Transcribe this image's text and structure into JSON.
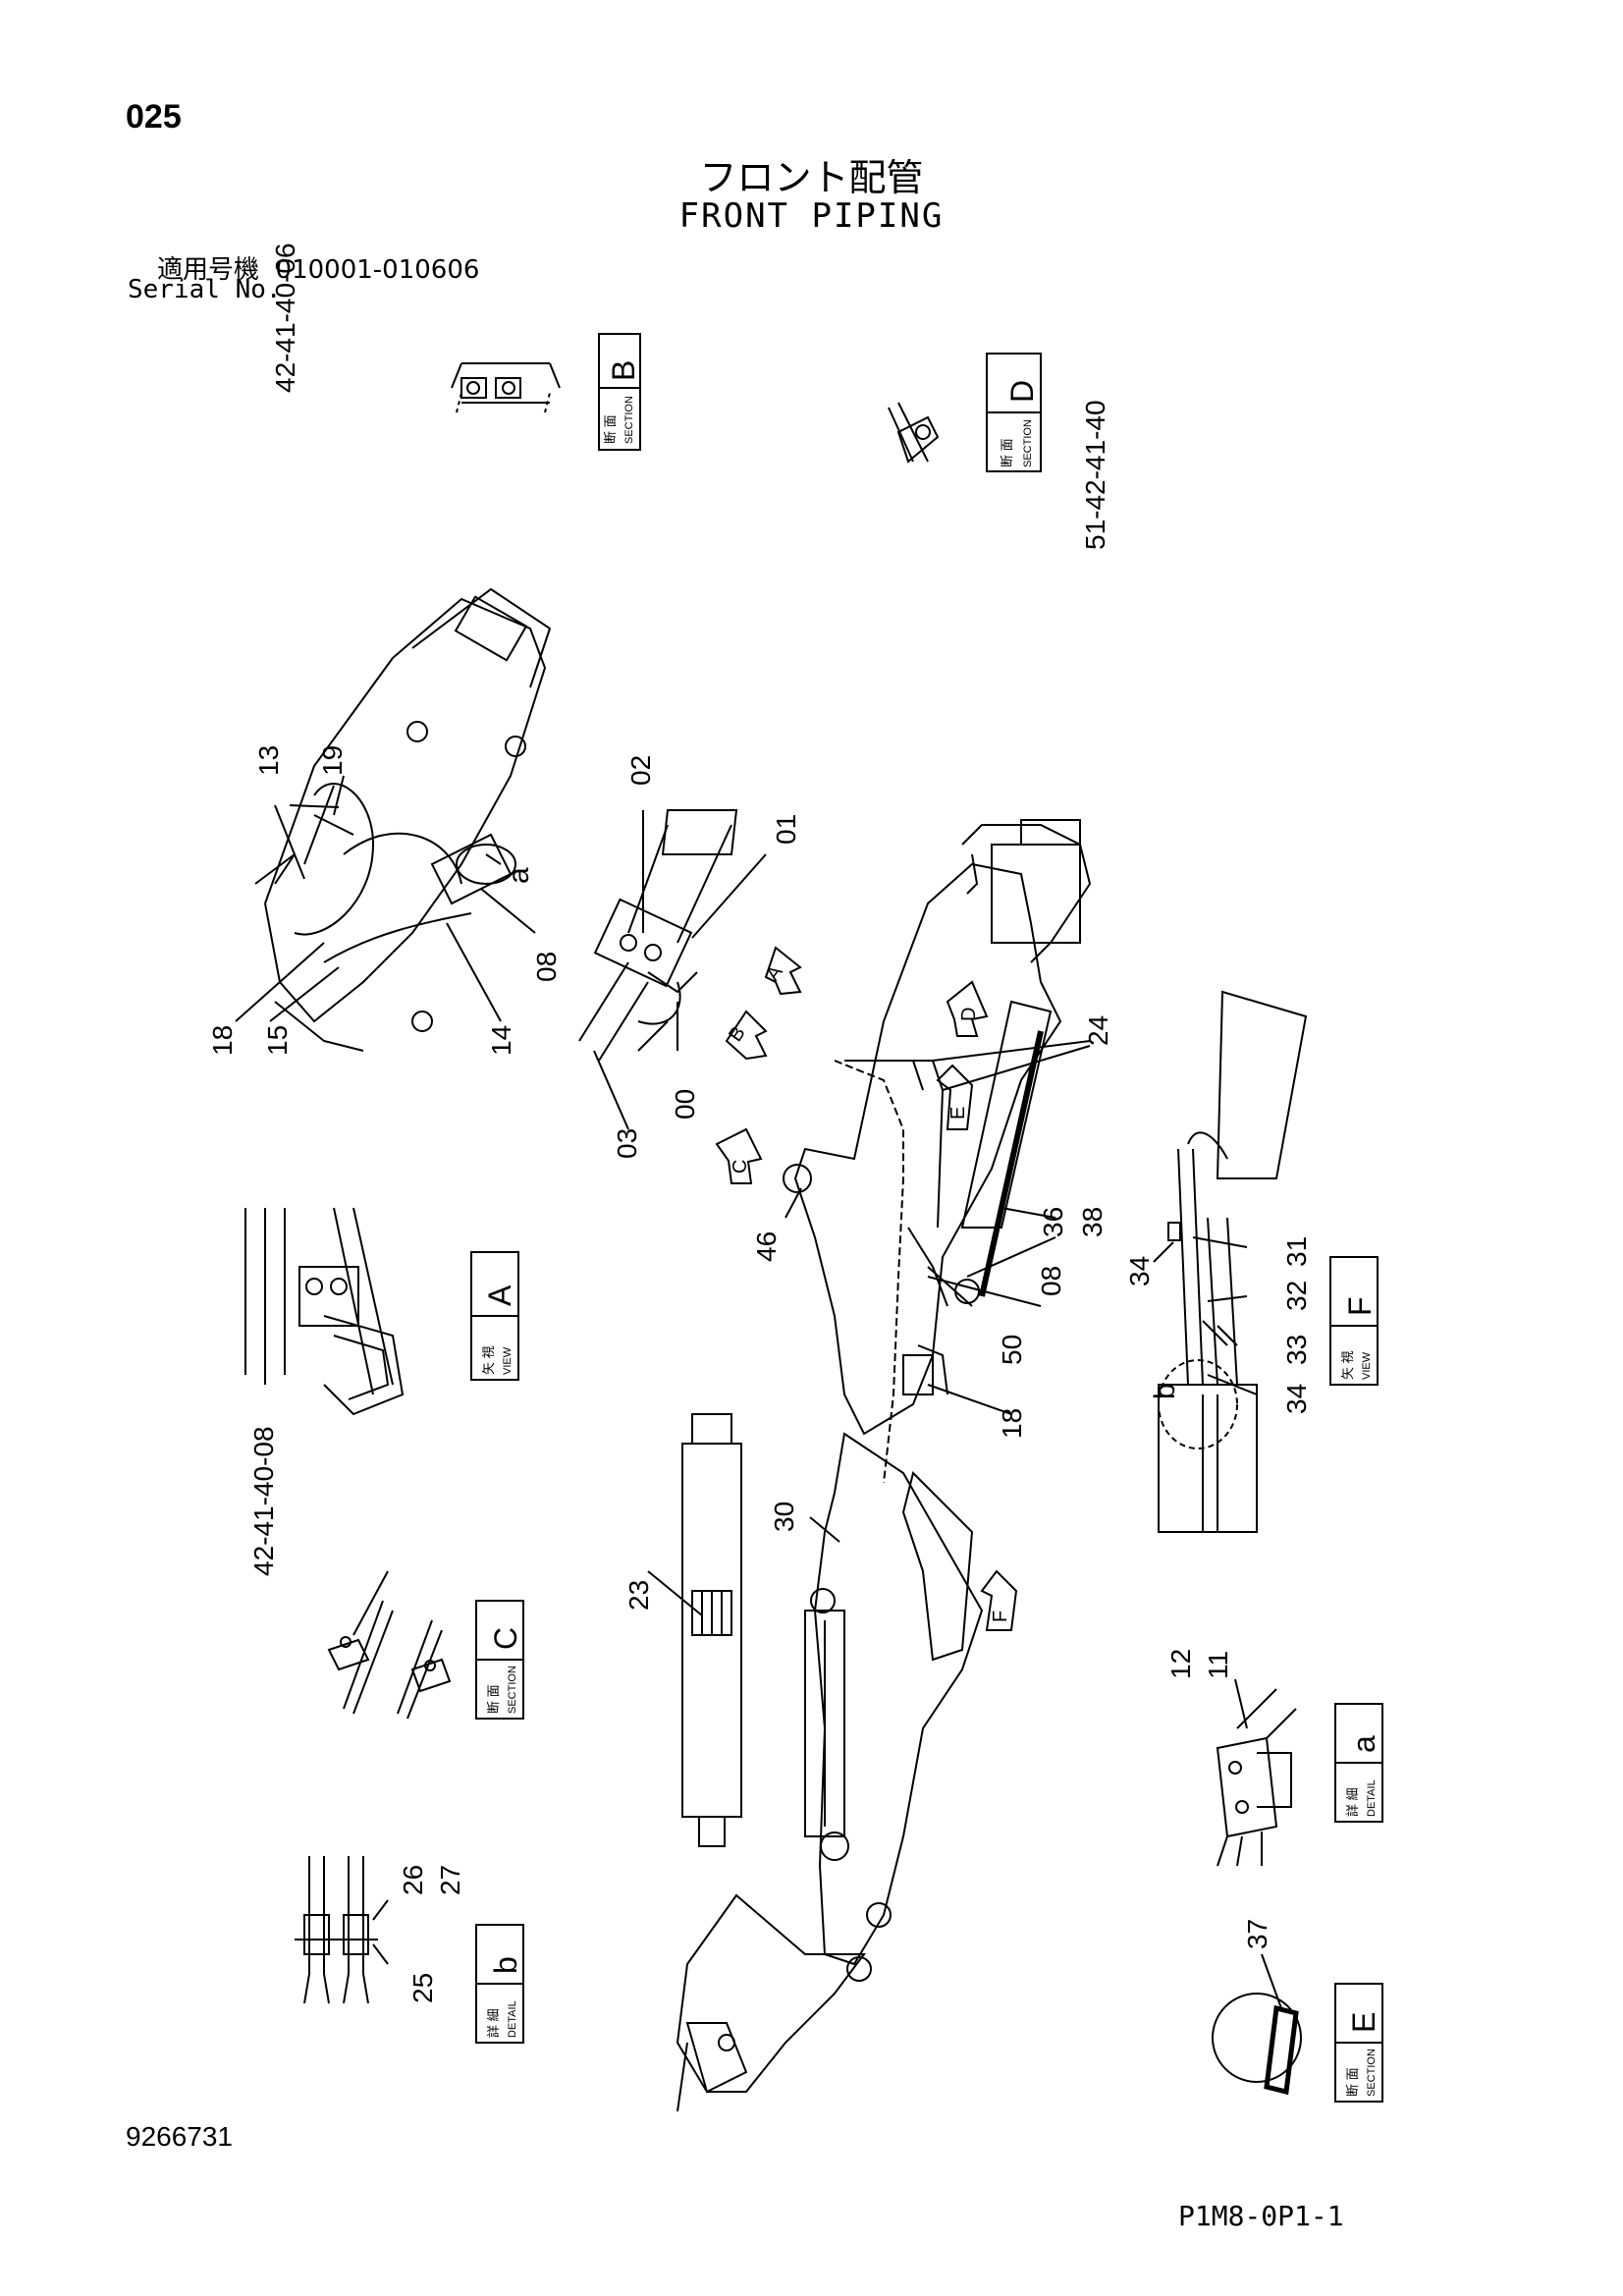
{
  "header": {
    "page_number": "025",
    "title_jp": "フロント配管",
    "title_en": "FRONT PIPING",
    "serial_label_jp": "適用号機",
    "serial_range": "010001-010606",
    "serial_label_en": "Serial No."
  },
  "footer": {
    "doc_number": "9266731",
    "page_code": "P1M8-0P1-1"
  },
  "views": [
    {
      "id": "B",
      "jp": "断 面",
      "en": "SECTION",
      "letter": "B",
      "callouts": "42-41-40-06"
    },
    {
      "id": "D",
      "jp": "断 面",
      "en": "SECTION",
      "letter": "D",
      "callouts": "51-42-41-40"
    },
    {
      "id": "A",
      "jp": "矢 視",
      "en": "VIEW",
      "letter": "A",
      "callouts": ""
    },
    {
      "id": "F",
      "jp": "矢 視",
      "en": "VIEW",
      "letter": "F",
      "callouts": ""
    },
    {
      "id": "C",
      "jp": "断 面",
      "en": "SECTION",
      "letter": "C",
      "callouts": "42-41-40-08"
    },
    {
      "id": "a",
      "jp": "詳 細",
      "en": "DETAIL",
      "letter": "a",
      "callouts": ""
    },
    {
      "id": "b",
      "jp": "詳 細",
      "en": "DETAIL",
      "letter": "b",
      "callouts": ""
    },
    {
      "id": "E",
      "jp": "断 面",
      "en": "SECTION",
      "letter": "E",
      "callouts": ""
    }
  ],
  "part_labels": {
    "p13": "13",
    "p19": "19",
    "p18": "18",
    "p15": "15",
    "p14": "14",
    "p08a": "08",
    "pa": "a",
    "p02": "02",
    "p01": "01",
    "p00": "00",
    "p03": "03",
    "p24": "24",
    "p46": "46",
    "p36": "36",
    "p38": "38",
    "p08b": "08",
    "p50": "50",
    "p18b": "18",
    "p30": "30",
    "p23": "23",
    "p34a": "34",
    "p31": "31",
    "p32": "32",
    "p33": "33",
    "p34b": "34",
    "pb": "b",
    "p12": "12",
    "p11": "11",
    "p26": "26",
    "p27": "27",
    "p25": "25",
    "p37": "37"
  },
  "arrow_labels": {
    "A": "A",
    "B": "B",
    "C": "C",
    "D": "D",
    "E": "E",
    "F": "F"
  }
}
